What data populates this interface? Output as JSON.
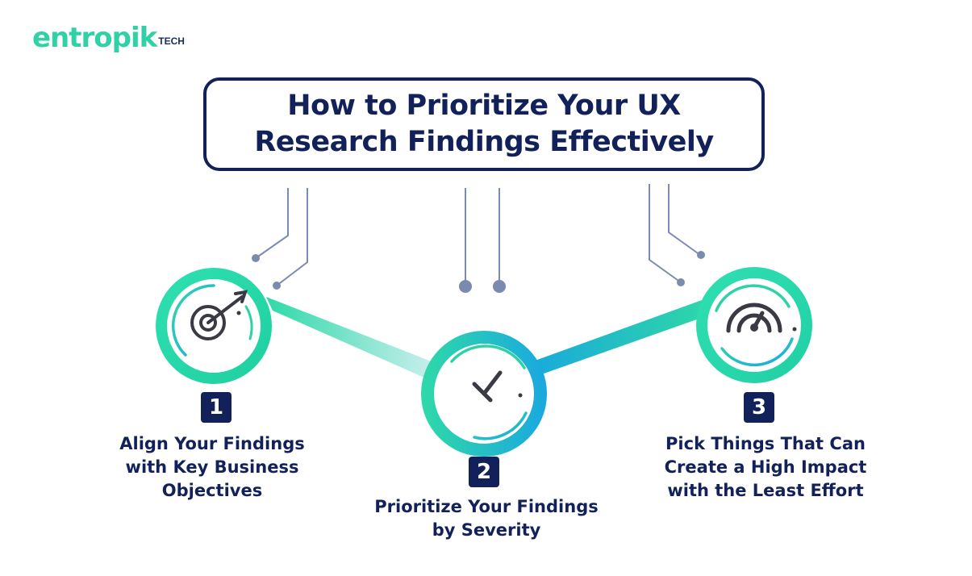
{
  "logo": {
    "word": "entropik",
    "suffix": "TECH"
  },
  "title": "How to Prioritize Your UX\nResearch Findings Effectively",
  "steps": [
    {
      "number": "1",
      "icon": "target-arrow-icon",
      "caption": "Align Your Findings\nwith Key Business\nObjectives"
    },
    {
      "number": "2",
      "icon": "clock-icon",
      "caption": "Prioritize Your Findings\nby Severity"
    },
    {
      "number": "3",
      "icon": "speedometer-icon",
      "caption": "Pick Things That Can\nCreate a High Impact\nwith the Least Effort"
    }
  ],
  "colors": {
    "navy": "#13215a",
    "teal": "#2fd1a6",
    "blue": "#17a8d8",
    "connector": "#7b8bb0"
  }
}
